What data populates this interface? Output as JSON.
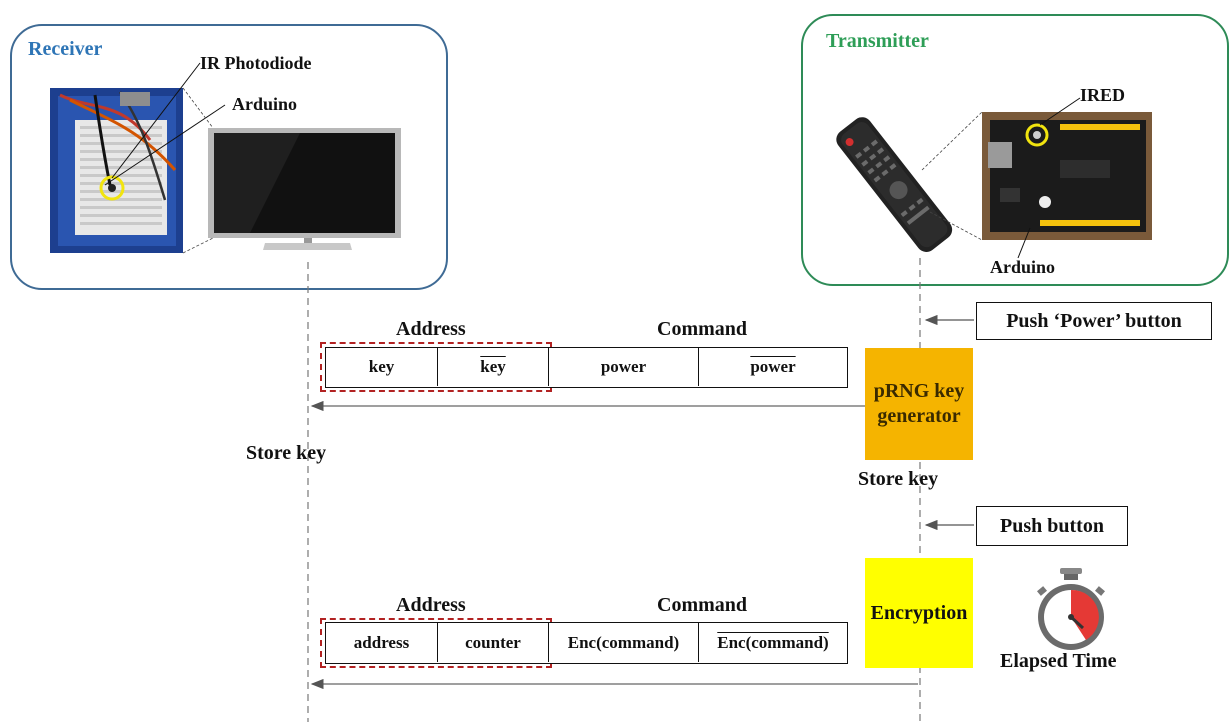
{
  "receiver": {
    "title": "Receiver",
    "callouts": {
      "photodiode": "IR Photodiode",
      "arduino": "Arduino"
    },
    "store_key_label": "Store key"
  },
  "transmitter": {
    "title": "Transmitter",
    "callouts": {
      "ired": "IRED",
      "arduino": "Arduino"
    },
    "store_key_label": "Store key"
  },
  "actions": {
    "push_power": "Push ‘Power’ button",
    "push_button": "Push button"
  },
  "frame1": {
    "address_label": "Address",
    "command_label": "Command",
    "cells": [
      "key",
      "key",
      "power",
      "power"
    ]
  },
  "frame2": {
    "address_label": "Address",
    "command_label": "Command",
    "cells": [
      "address",
      "counter",
      "Enc(command)",
      "Enc(command)"
    ]
  },
  "process": {
    "prng": "pRNG key generator",
    "encryption": "Encryption"
  },
  "timer_label": "Elapsed Time",
  "colors": {
    "receiver_border": "#3f6b95",
    "transmitter_border": "#2e8b57",
    "prng_fill": "#f5b400",
    "encryption_fill": "#ffff00",
    "group_dash": "#b22222",
    "timer_red": "#e53935"
  }
}
